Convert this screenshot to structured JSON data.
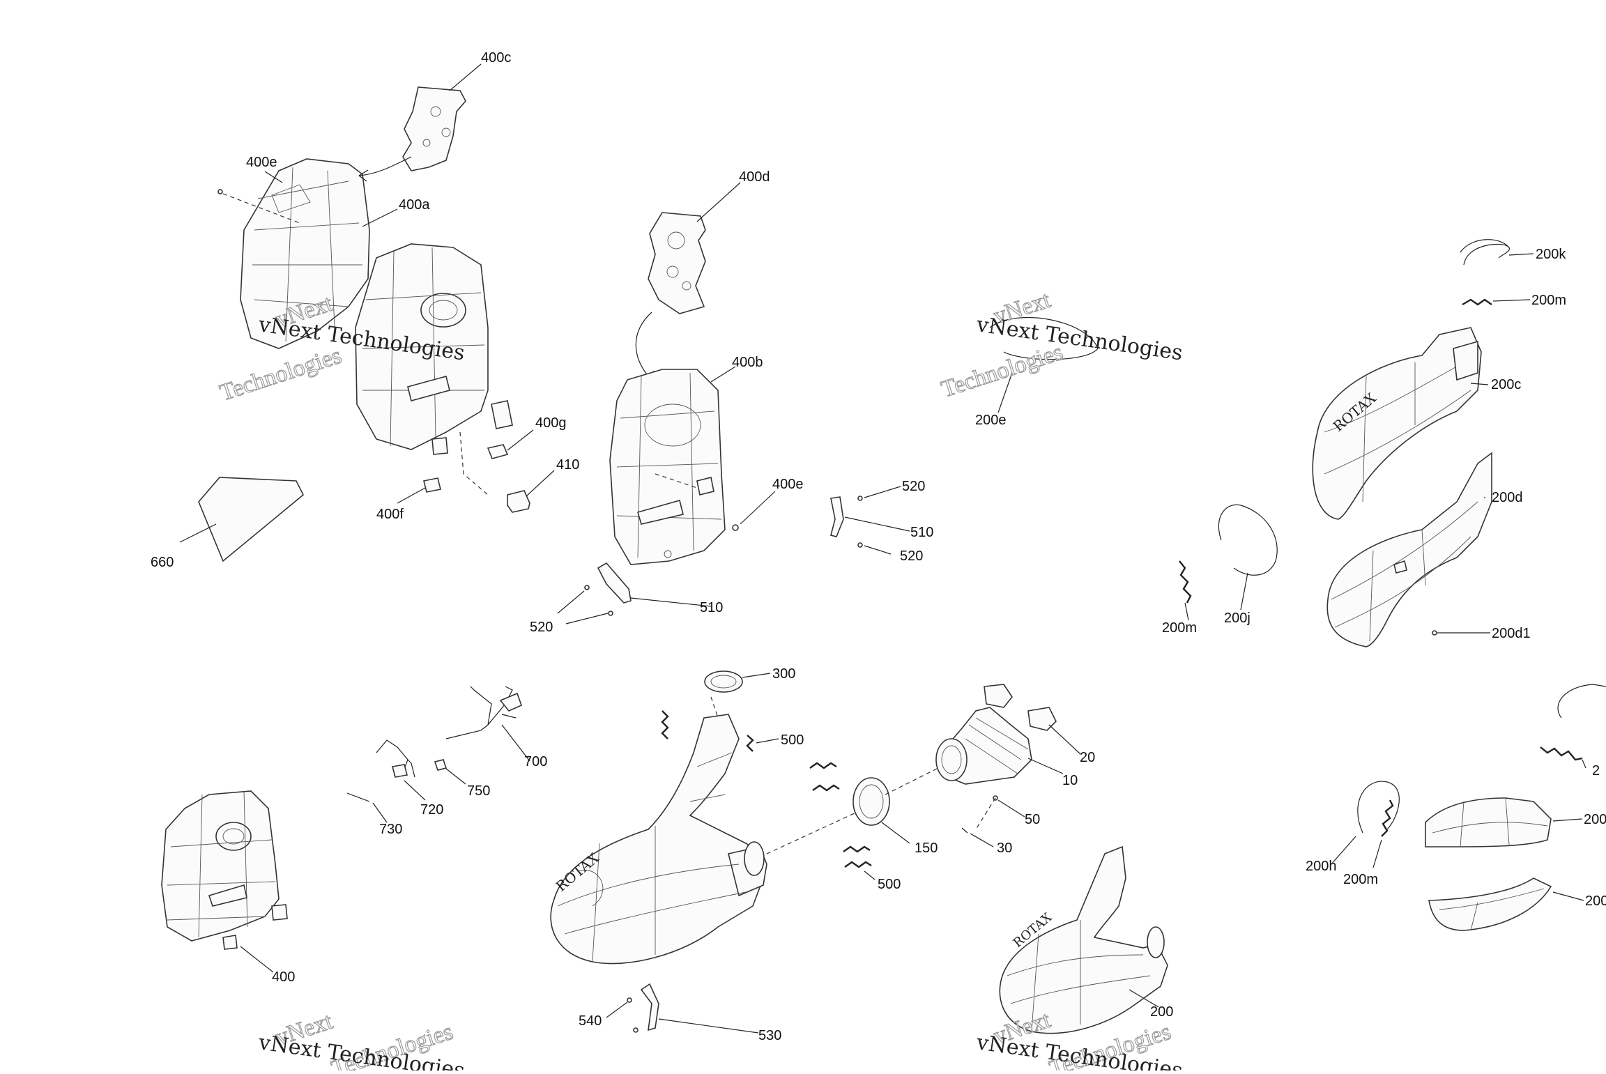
{
  "watermark": {
    "line1": "vNext",
    "line2": "Technologies",
    "full": "vNext Technologies"
  },
  "callouts": {
    "c400c": "400c",
    "c400e_top": "400e",
    "c400a": "400a",
    "c400d": "400d",
    "c400b": "400b",
    "c400g": "400g",
    "c410": "410",
    "c400f": "400f",
    "c660": "660",
    "c400e_mid": "400e",
    "c520_a": "520",
    "c510_a": "510",
    "c520_b": "520",
    "c510_b": "510",
    "c520_c": "520",
    "c200e": "200e",
    "c200k": "200k",
    "c200m_a": "200m",
    "c200c": "200c",
    "c200d": "200d",
    "c200m_b": "200m",
    "c200j": "200j",
    "c200d1": "200d1",
    "c300": "300",
    "c500_a": "500",
    "c700": "700",
    "c720": "720",
    "c750": "750",
    "c730": "730",
    "c20": "20",
    "c10": "10",
    "c50": "50",
    "c150": "150",
    "c30": "30",
    "c500_b": "500",
    "c400": "400",
    "c200": "200",
    "c540": "540",
    "c530": "530",
    "c200h": "200h",
    "c200m_c": "200m",
    "c200_a": "200",
    "c200_b": "200",
    "c2_edge": "2"
  }
}
